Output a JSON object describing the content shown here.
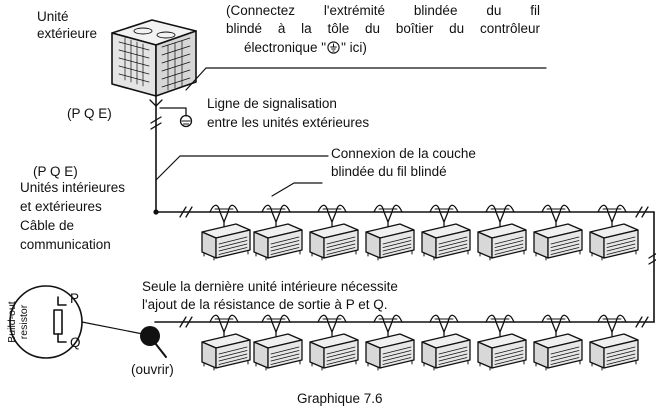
{
  "outdoor_unit": {
    "label_line1": "Unité",
    "label_line2": "extérieure",
    "terminals_label": "(P Q E)"
  },
  "shield_note": {
    "line1": "(Connectez l'extrémité blindée du fil",
    "line2": "blindé à la tôle du boîtier du contrôleur",
    "line3": "électronique \"",
    "line3_end": "\" ici)"
  },
  "signal_line": {
    "line1": "Ligne de signalisation",
    "line2": "entre les unités extérieures"
  },
  "indoor_link": {
    "terminals_label": "(P Q E)",
    "line1": "Unités intérieures",
    "line2": "et extérieures",
    "line3": "Câble de",
    "line4": "communication"
  },
  "shield_layer": {
    "line1": "Connexion de la couche",
    "line2": "blindée du fil blindé"
  },
  "resistor_note": {
    "line1": "Seule la dernière unité intérieure nécessite",
    "line2": "l'ajout de la résistance de sortie à P et Q."
  },
  "resistor_detail": {
    "label_line1": "Build-out",
    "label_line2": "resistor",
    "p_label": "P",
    "q_label": "Q"
  },
  "open_label": "(ouvrir)",
  "caption": "Graphique 7.6",
  "upper_row_unit_count": 8,
  "lower_row_unit_count": 8
}
